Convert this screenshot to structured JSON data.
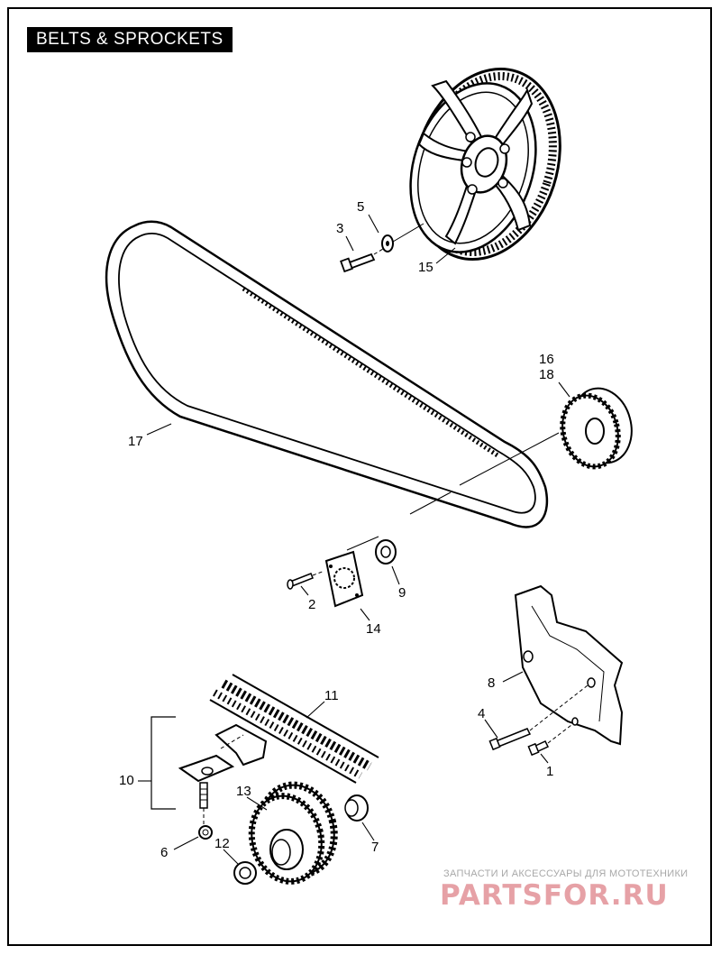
{
  "title": "BELTS & SPROCKETS",
  "callouts": [
    {
      "id": "c3",
      "text": "3"
    },
    {
      "id": "c5",
      "text": "5"
    },
    {
      "id": "c15",
      "text": "15"
    },
    {
      "id": "c16",
      "text": "16"
    },
    {
      "id": "c18",
      "text": "18"
    },
    {
      "id": "c17",
      "text": "17"
    },
    {
      "id": "c2",
      "text": "2"
    },
    {
      "id": "c9",
      "text": "9"
    },
    {
      "id": "c14",
      "text": "14"
    },
    {
      "id": "c8",
      "text": "8"
    },
    {
      "id": "c11",
      "text": "11"
    },
    {
      "id": "c4",
      "text": "4"
    },
    {
      "id": "c1",
      "text": "1"
    },
    {
      "id": "c10",
      "text": "10"
    },
    {
      "id": "c13",
      "text": "13"
    },
    {
      "id": "c7",
      "text": "7"
    },
    {
      "id": "c6",
      "text": "6"
    },
    {
      "id": "c12",
      "text": "12"
    }
  ],
  "watermark": {
    "caption": "ЗАПЧАСТИ И АКСЕССУАРЫ ДЛЯ МОТОТЕХНИКИ",
    "logo": "PARTSFOR.RU"
  }
}
